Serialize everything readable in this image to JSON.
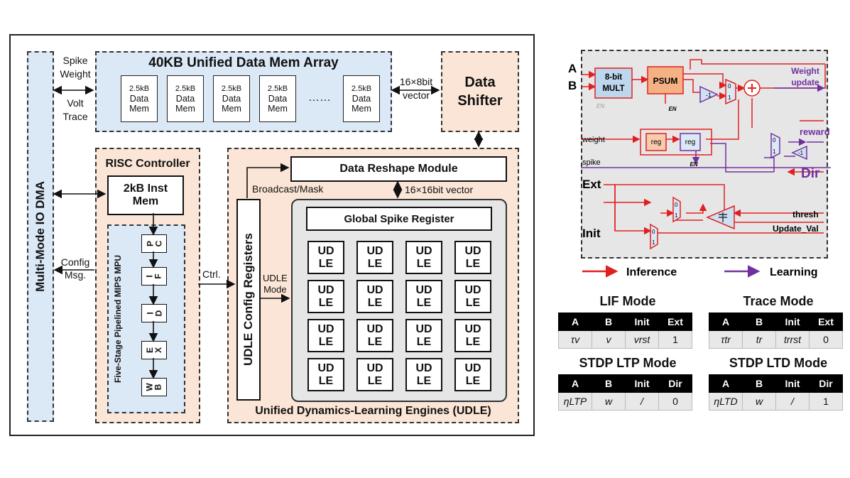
{
  "left": {
    "dma_label": "Multi-Mode IO DMA",
    "mem_array_title": "40KB Unified Data Mem Array",
    "mem_cells": [
      {
        "size": "2.5kB",
        "l1": "Data",
        "l2": "Mem"
      },
      {
        "size": "2.5kB",
        "l1": "Data",
        "l2": "Mem"
      },
      {
        "size": "2.5kB",
        "l1": "Data",
        "l2": "Mem"
      },
      {
        "size": "2.5kB",
        "l1": "Data",
        "l2": "Mem"
      },
      {
        "size": "2.5kB",
        "l1": "Data",
        "l2": "Mem"
      }
    ],
    "mem_ellipsis": "……",
    "spike_weight": [
      "Spike",
      "Weight"
    ],
    "volt_trace": [
      "Volt",
      "Trace"
    ],
    "vector_16x8": [
      "16×8bit",
      "vector"
    ],
    "data_shifter": [
      "Data",
      "Shifter"
    ],
    "risc_title": "RISC Controller",
    "inst_mem": [
      "2kB Inst",
      "Mem"
    ],
    "mpu_label": "Five-Stage Pipelined MIPS MPU",
    "stages": [
      [
        "P",
        "C"
      ],
      [
        "I",
        "F"
      ],
      [
        "I",
        "D"
      ],
      [
        "E",
        "X"
      ],
      [
        "W",
        "B"
      ]
    ],
    "config_msg": [
      "Config",
      "Msg."
    ],
    "ctrl": "Ctrl.",
    "data_reshape": "Data Reshape Module",
    "broadcast_mask": "Broadcast/Mask",
    "vector_16x16": "16×16bit vector",
    "udle_config": "UDLE Config Registers",
    "udle_mode": [
      "UDLE",
      "Mode"
    ],
    "global_spike": "Global Spike Register",
    "udle_cell": [
      "UD",
      "LE"
    ],
    "udle_title": "Unified Dynamics-Learning Engines (UDLE)"
  },
  "right": {
    "in_a": "A",
    "in_b": "B",
    "mult": [
      "8-bit",
      "MULT"
    ],
    "en": "EN",
    "psum": "PSUM",
    "neg1": "-1",
    "weight_update": [
      "Weight",
      "update"
    ],
    "weight_in": "weight",
    "spike_in": "spike",
    "reg": "reg",
    "reward": "reward",
    "dir": "Dir",
    "ext": "Ext",
    "init": "Init",
    "thresh": "thresh",
    "update_val": "Update_Val",
    "mux0": "0",
    "mux1": "1",
    "legend_inference": "Inference",
    "legend_learning": "Learning",
    "color_inference": "#e02020",
    "color_learning": "#7030a0"
  },
  "tables": [
    {
      "title": "LIF Mode",
      "headers": [
        "A",
        "B",
        "Init",
        "Ext"
      ],
      "row": [
        "τv",
        "v",
        "vrst",
        "1"
      ]
    },
    {
      "title": "Trace Mode",
      "headers": [
        "A",
        "B",
        "Init",
        "Ext"
      ],
      "row": [
        "τtr",
        "tr",
        "trrst",
        "0"
      ]
    },
    {
      "title": "STDP LTP Mode",
      "headers": [
        "A",
        "B",
        "Init",
        "Dir"
      ],
      "row": [
        "ηLTP",
        "w",
        "/",
        "0"
      ]
    },
    {
      "title": "STDP LTD Mode",
      "headers": [
        "A",
        "B",
        "Init",
        "Dir"
      ],
      "row": [
        "ηLTD",
        "w",
        "/",
        "1"
      ]
    }
  ]
}
